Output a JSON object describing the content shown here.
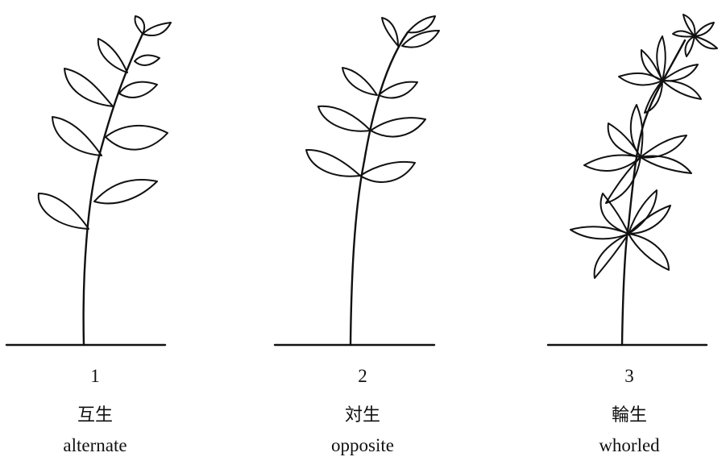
{
  "panels": [
    {
      "number": "1",
      "japanese": "互生",
      "english": "alternate",
      "arrangement": "alternate"
    },
    {
      "number": "2",
      "japanese": "対生",
      "english": "opposite",
      "arrangement": "opposite"
    },
    {
      "number": "3",
      "japanese": "輪生",
      "english": "whorled",
      "arrangement": "whorled"
    }
  ]
}
